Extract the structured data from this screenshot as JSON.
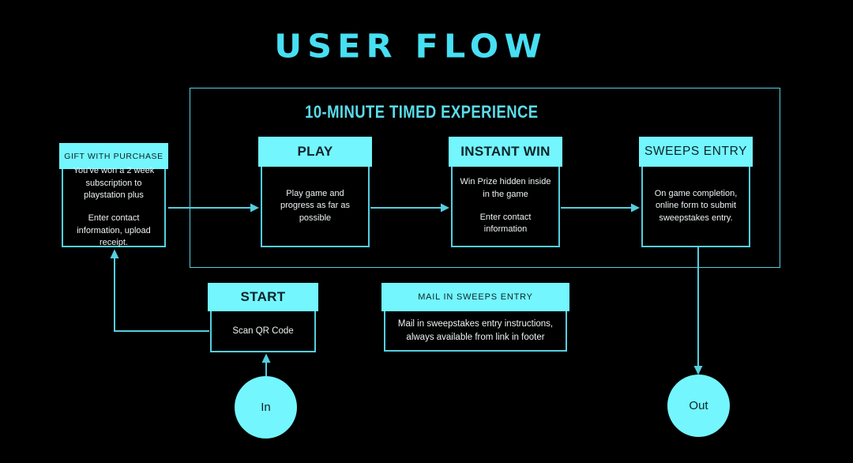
{
  "title": "USER FLOW",
  "container": {
    "label": "10-MINUTE TIMED EXPERIENCE"
  },
  "nodes": {
    "gift": {
      "header": "GIFT WITH PURCHASE",
      "paragraphs": [
        "You've won a 2 week subscription to playstation plus",
        "Enter contact information, upload receipt."
      ]
    },
    "play": {
      "header": "PLAY",
      "paragraphs": [
        "Play game and progress as far as possible"
      ]
    },
    "instant_win": {
      "header": "INSTANT WIN",
      "paragraphs": [
        "Win Prize hidden inside in the game",
        "Enter contact information"
      ]
    },
    "sweeps_entry": {
      "header": "SWEEPS ENTRY",
      "paragraphs": [
        "On game completion, online form to submit sweepstakes entry."
      ]
    },
    "start": {
      "header": "START",
      "paragraphs": [
        "Scan QR Code"
      ]
    },
    "mail_in": {
      "header": "MAIL IN SWEEPS ENTRY",
      "paragraphs": [
        "Mail in sweepstakes entry instructions, always available from link in footer"
      ]
    }
  },
  "terminals": {
    "in": {
      "label": "In"
    },
    "out": {
      "label": "Out"
    }
  },
  "connections": [
    {
      "from": "gift",
      "to": "play"
    },
    {
      "from": "play",
      "to": "instant_win"
    },
    {
      "from": "instant_win",
      "to": "sweeps_entry"
    },
    {
      "from": "start",
      "to": "gift"
    },
    {
      "from": "in",
      "to": "start"
    },
    {
      "from": "sweeps_entry",
      "to": "out"
    }
  ],
  "colors": {
    "background": "#000000",
    "accent_fill": "#73f6fe",
    "accent_line": "#54cfdf",
    "title_text": "#47dff2",
    "container_label_text": "#59dcea",
    "header_text": "#0e2328",
    "body_text": "#eef3f4"
  }
}
